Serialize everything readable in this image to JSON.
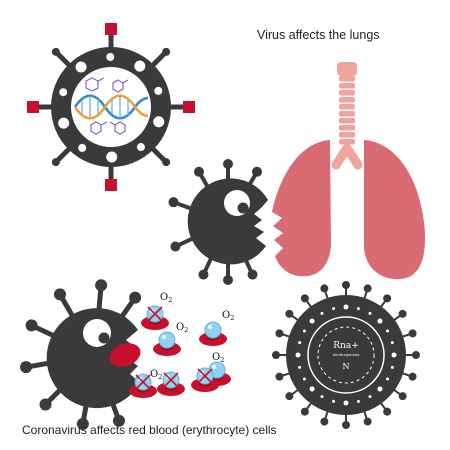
{
  "captions": {
    "lungs": "Virus affects the lungs",
    "red_blood": "Coronavirus affects red blood (erythrocyte) cells"
  },
  "cell_labels": {
    "oxygen": "O",
    "oxygen_sub": "2"
  },
  "virus_core": {
    "line1": "Rna+",
    "line2": "strutturgenesis",
    "line3": "N"
  },
  "colors": {
    "virus": "#3a3a3c",
    "spike_tip": "#c8102e",
    "lung": "#d96b74",
    "trachea": "#f2a39b",
    "blood_cell": "#c8102e",
    "oxygen_bubble": "#8fd3f0",
    "dna_blue": "#2b8cd1",
    "dna_orange": "#f0a030",
    "molecule": "#8a63c4"
  },
  "icons": [
    "dna-icon",
    "molecule-icon",
    "lungs-icon",
    "blood-cell-icon",
    "oxygen-bubble-icon",
    "virus-icon"
  ]
}
